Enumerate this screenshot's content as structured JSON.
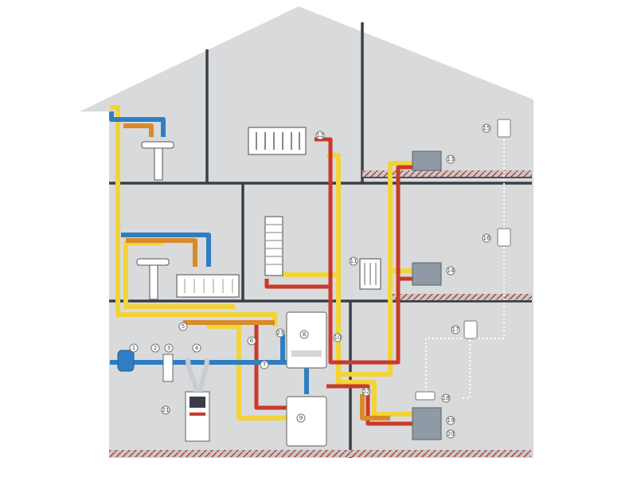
{
  "diagram": {
    "description_visible_text": [],
    "callout_markers": [
      "1",
      "2",
      "3",
      "4",
      "5",
      "6",
      "7",
      "8",
      "9",
      "10",
      "11",
      "12",
      "13",
      "14",
      "15",
      "16",
      "17",
      "18",
      "19",
      "20",
      "21",
      "22",
      "23"
    ],
    "colors": {
      "house_fill": "#d9dadb",
      "wall": "#3a3f47",
      "hot_water": "#c93a2a",
      "supply_yellow": "#f2d338",
      "cold_water": "#2f7ec4",
      "dhw_orange": "#d98a2a",
      "floor_heating": "#b83a2a",
      "thermostat_wire": "#ffffff"
    },
    "icons": [
      "sink-icon",
      "radiator-icon",
      "towel-radiator-icon",
      "boiler-icon",
      "water-heater-icon",
      "water-softener-icon",
      "water-meter-icon",
      "manifold-icon",
      "thermostat-icon",
      "filter-icon"
    ]
  }
}
